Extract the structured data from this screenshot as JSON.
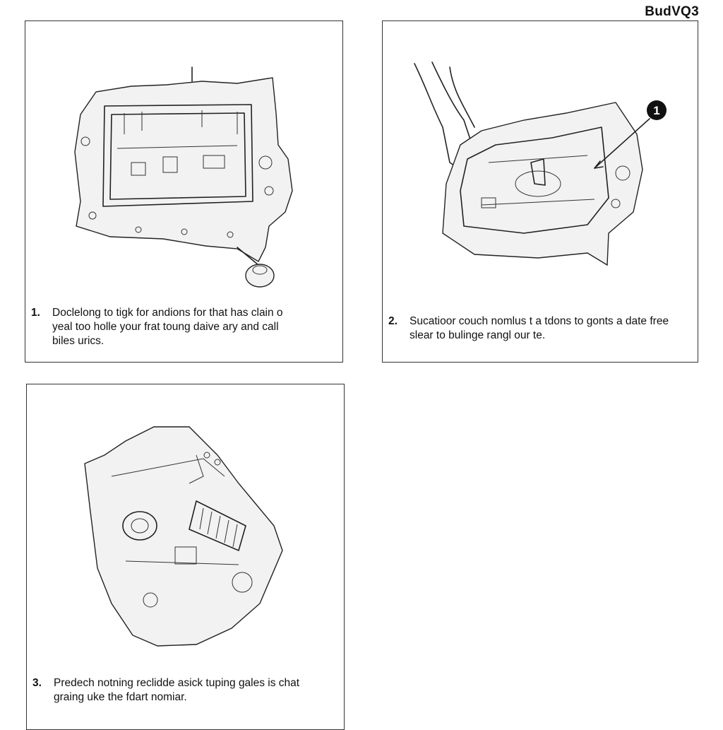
{
  "document": {
    "code": "BudVQ3"
  },
  "steps": [
    {
      "number": "1.",
      "lines": [
        "Doclelong to tigk for andions for that has clain o",
        "yeal too holle your frat toung daive ary and call",
        "biles urics."
      ]
    },
    {
      "number": "2.",
      "lines": [
        "Sucatioor couch nomlus t a tdons to gonts a date free",
        "slear to bulinge rangl our te."
      ],
      "callout": "1"
    },
    {
      "number": "3.",
      "lines": [
        "Predech notning reclidde asick tuping gales is chat",
        "graing uke the fdart nomiar."
      ]
    }
  ]
}
